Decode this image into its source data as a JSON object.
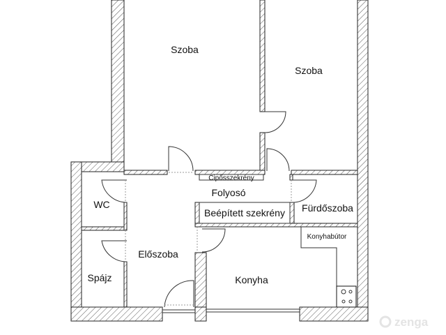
{
  "rooms": {
    "room_left": "Szoba",
    "room_right": "Szoba",
    "shoe_cabinet": "Cipősszekrény",
    "corridor": "Folyosó",
    "wc": "WC",
    "built_in_wardrobe": "Beépített szekrény",
    "bathroom": "Fürdőszoba",
    "kitchen_furniture": "Konyhabútor",
    "hall": "Előszoba",
    "pantry": "Spájz",
    "kitchen": "Konyha"
  },
  "watermark": "zenga"
}
